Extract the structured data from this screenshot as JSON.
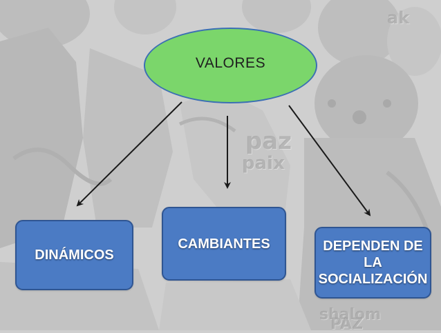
{
  "background": {
    "watermark_texts": [
      "paz",
      "paix",
      "ak",
      "shalom",
      "PAZ"
    ],
    "colors": {
      "base": "#cfcfcf",
      "figure": "#bcbcbc",
      "figure_dark": "#a9a9a9"
    }
  },
  "diagram": {
    "root": {
      "label": "VALORES",
      "fill": "#7bd66b",
      "stroke": "#3b6fb4"
    },
    "children": [
      {
        "label": "DINÁMICOS"
      },
      {
        "label": "CAMBIANTES"
      },
      {
        "label": "DEPENDEN DE LA SOCIALIZACIÓN"
      }
    ],
    "box_fill": "#4b7bc4",
    "arrow_color": "#1a1a1a"
  }
}
